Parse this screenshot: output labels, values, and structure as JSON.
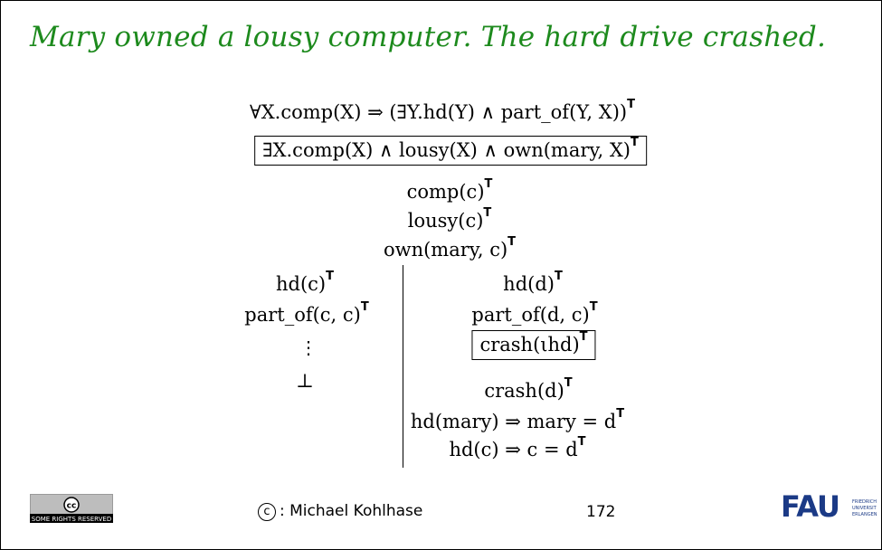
{
  "slide": {
    "title": "Mary owned a lousy computer. The hard drive crashed.",
    "formulas": {
      "f1": "∀X.comp(X) ⇒ (∃Y.hd(Y) ∧ part_of(Y, X))",
      "f2": "∃X.comp(X) ∧ lousy(X) ∧ own(mary, X)",
      "f3": "comp(c)",
      "f4": "lousy(c)",
      "f5": "own(mary, c)",
      "left": [
        "hd(c)",
        "part_of(c, c)",
        "⋮",
        "⊥"
      ],
      "right": [
        "hd(d)",
        "part_of(d, c)",
        "crash(ιhd)",
        "crash(d)",
        "hd(mary) ⇒ mary = d",
        "hd(c) ⇒ c = d"
      ],
      "label": "T"
    },
    "footer": {
      "cc_badge_text": "SOME RIGHTS RESERVED",
      "copyright_symbol": "c",
      "author": ": Michael Kohlhase",
      "page_number": "172",
      "logo_text": "FAU",
      "logo_subtext": [
        "FRIEDRICH",
        "UNIVERSIT",
        "ERLANGEN"
      ]
    }
  },
  "colors": {
    "title": "#1d8a1d",
    "logo_blue": "#1b3a86",
    "badge_gray": "#bdbdbd"
  },
  "icons": [
    "creative-commons-icon",
    "fau-logo-icon"
  ]
}
